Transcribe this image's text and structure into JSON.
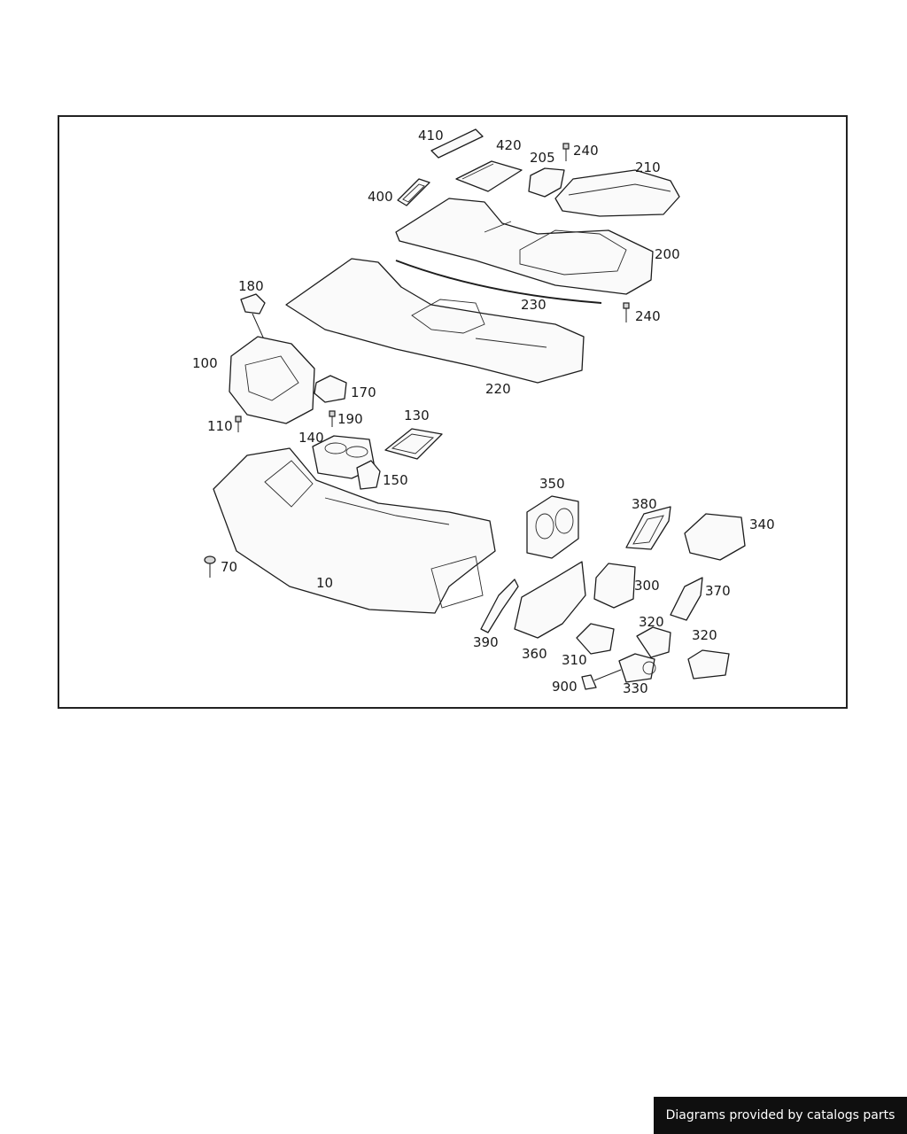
{
  "diagram": {
    "callouts": {
      "p410": "410",
      "p420": "420",
      "p205": "205",
      "p240a": "240",
      "p210": "210",
      "p400": "400",
      "p200": "200",
      "p180": "180",
      "p230": "230",
      "p240b": "240",
      "p100": "100",
      "p220": "220",
      "p170": "170",
      "p110": "110",
      "p190": "190",
      "p130": "130",
      "p140": "140",
      "p150": "150",
      "p350": "350",
      "p380": "380",
      "p340": "340",
      "p70": "70",
      "p10": "10",
      "p300": "300",
      "p370": "370",
      "p320a": "320",
      "p320b": "320",
      "p390": "390",
      "p360": "360",
      "p310": "310",
      "p900": "900",
      "p330": "330"
    }
  },
  "footer": {
    "credit": "Diagrams provided by catalogs parts"
  }
}
